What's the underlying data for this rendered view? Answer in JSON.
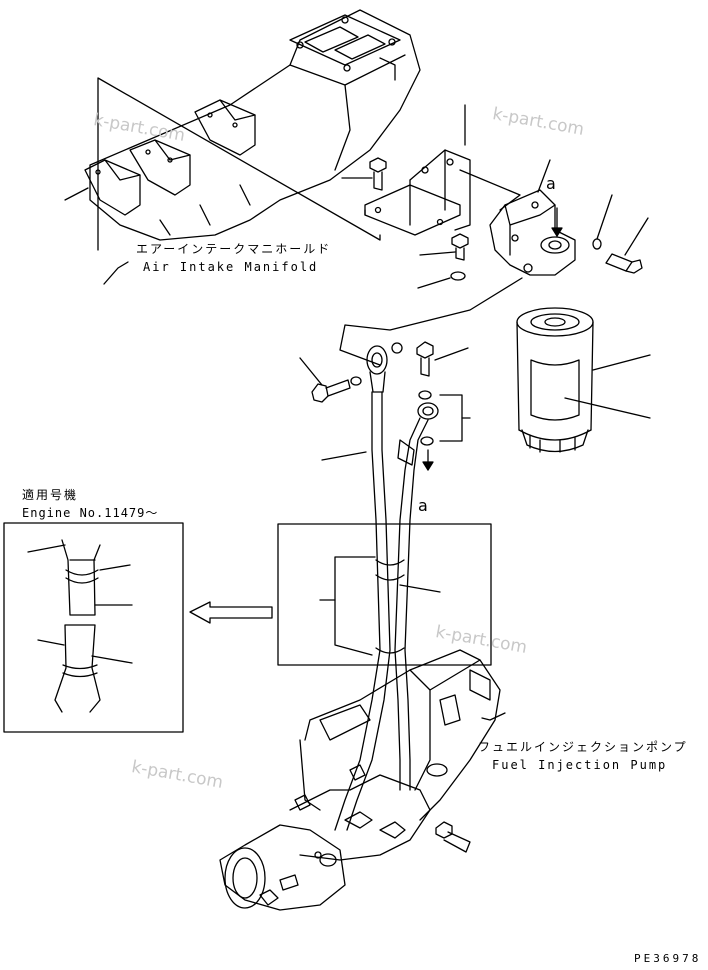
{
  "labels": {
    "air_intake_jp": "エアーインテークマニホールド",
    "air_intake_en": "Air Intake Manifold",
    "applicable_jp": "適用号機",
    "applicable_en": "Engine No.11479～",
    "fuel_pump_jp": "フュエルインジェクションポンプ",
    "fuel_pump_en": "Fuel Injection Pump",
    "marker_a_top": "a",
    "marker_a_bottom": "a",
    "drawing_code": "PE36978"
  },
  "watermarks": [
    "k-part.com",
    "k-part.com",
    "k-part.com",
    "k-part.com"
  ]
}
